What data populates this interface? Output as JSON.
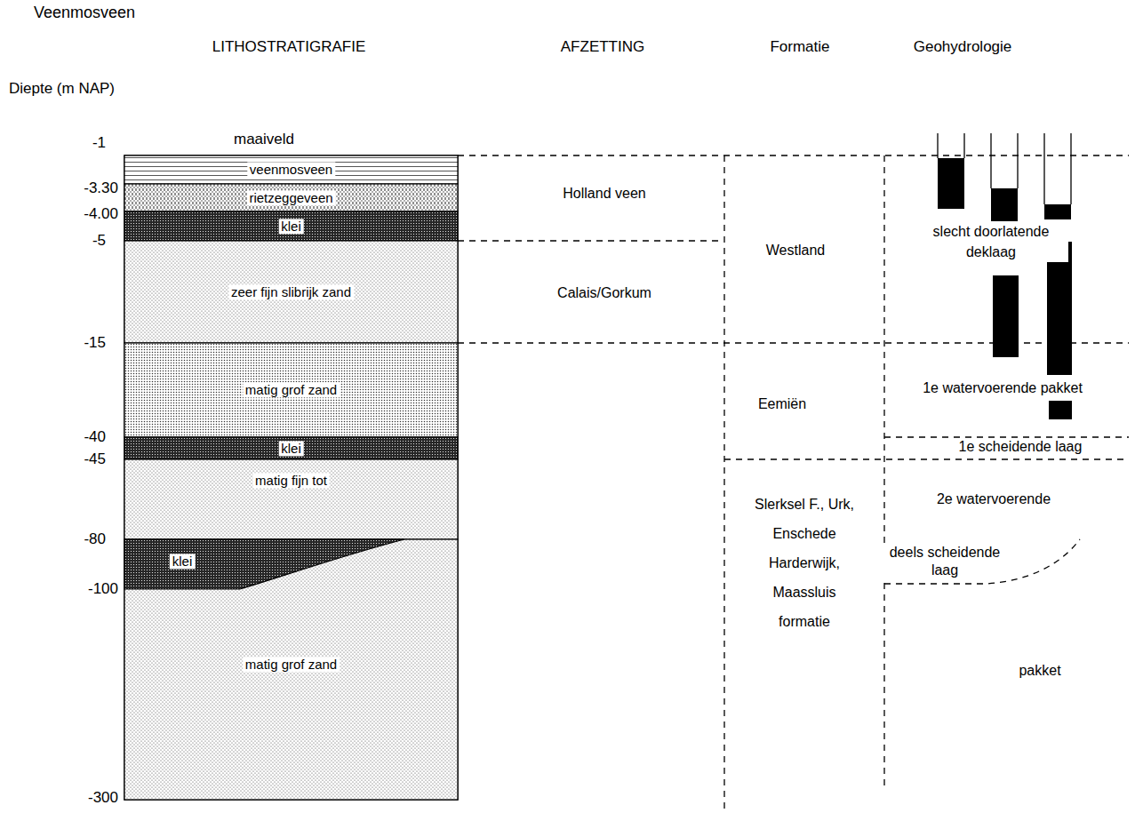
{
  "diagram": {
    "title": "Veenmosveen",
    "nodes": [
      {
        "text": [
          "veenmosveen"
        ]
      },
      {
        "text": [
          "rietzeggeveen"
        ]
      },
      {
        "text": [
          "klei"
        ]
      },
      {
        "text": [
          "zeer fijn slibrijk zand"
        ]
      },
      {
        "text": [
          "matig grof zand"
        ]
      },
      {
        "text": [
          "klei"
        ]
      },
      {
        "text": [
          "matig fijn tot"
        ]
      },
      {
        "text": [
          "matig grof zand"
        ]
      },
      {
        "text": [
          "klei"
        ],
        "in": 7
      }
    ],
    "labels": [
      "maaiveld",
      "LITHOSTRATIGRAFIE",
      "AFZETTING",
      "Formatie",
      "Geohydrologie",
      "Diepte (m NAP)",
      "-1",
      "-3.30",
      "-4.00",
      "-5",
      "-15",
      "-40",
      "-45",
      "-80",
      "-100",
      "-300",
      "Holland veen",
      "Calais/Gorkum",
      "Westland",
      "Eemiën",
      "Slerksel F., Urk, Enschede Harderwijk, Maassluis formatie",
      "slecht doorlatende deklaag",
      "1e watervoerende pakket",
      "1e scheidende laag",
      "2e watervoerende",
      "deels scheidende laag",
      "pakket"
    ]
  }
}
